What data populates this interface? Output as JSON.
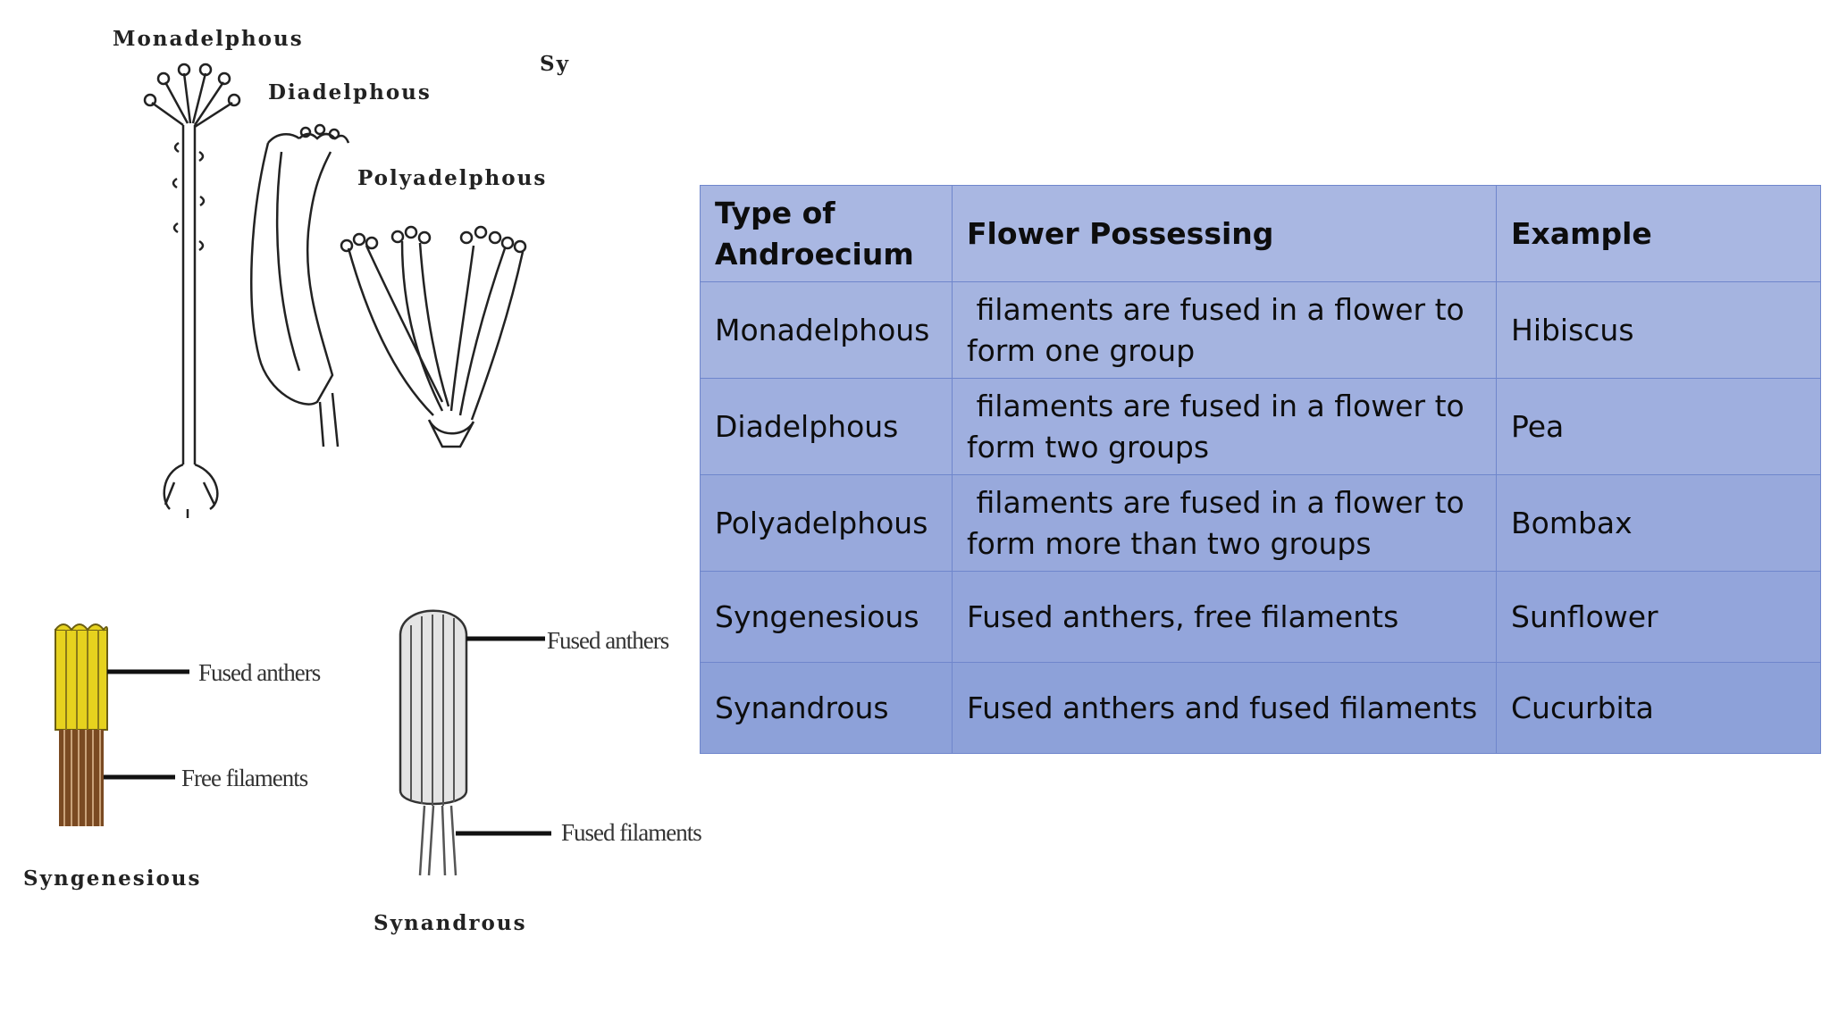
{
  "diagram_top": {
    "labels": [
      "Monadelphous",
      "Diadelphous",
      "Polyadelphous",
      "Sy"
    ]
  },
  "diagram_bottom": {
    "syngenesious": {
      "title": "Syngenesious",
      "pointer1": "Fused anthers",
      "pointer2": "Free filaments"
    },
    "synandrous": {
      "title": "Synandrous",
      "pointer1": "Fused anthers",
      "pointer2": "Fused filaments"
    }
  },
  "table": {
    "headers": [
      "Type of Androecium",
      "Flower Possessing",
      "Example"
    ],
    "rows": [
      [
        "Monadelphous",
        " filaments are fused in a flower to form one group",
        "Hibiscus"
      ],
      [
        "Diadelphous",
        " filaments are fused in a flower to form two groups",
        "Pea"
      ],
      [
        "Polyadelphous",
        " filaments are fused in a flower to form more than two groups",
        "Bombax"
      ],
      [
        "Syngenesious",
        "Fused anthers, free filaments",
        "Sunflower"
      ],
      [
        "Synandrous",
        "Fused anthers and fused filaments",
        "Cucurbita"
      ]
    ]
  },
  "colors": {
    "table_fill": "#9fafdf",
    "table_border": "#6f86cc",
    "anther_yellow": "#e6d21e",
    "filament_brown": "#7a4a22"
  }
}
